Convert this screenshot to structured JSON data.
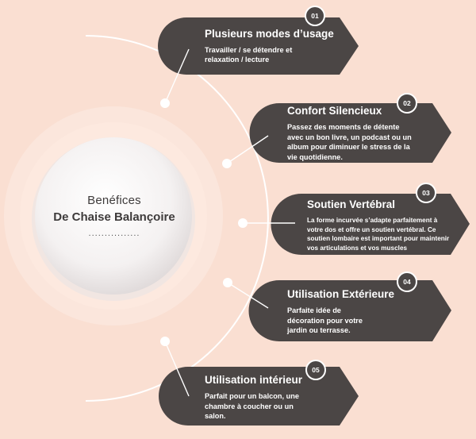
{
  "hub": {
    "line1": "Benéfices",
    "line2": "De Chaise Balançoire",
    "dots": "................"
  },
  "cards": [
    {
      "number": "01",
      "title": "Plusieurs modes d’usage",
      "text": "Travailler / se détendre et relaxation / lecture"
    },
    {
      "number": "02",
      "title": "Confort Silencieux",
      "text": "Passez des moments de détente avec un bon livre, un podcast ou un album pour diminuer le stress de la vie quotidienne."
    },
    {
      "number": "03",
      "title": "Soutien Vertébral",
      "text": "La forme incurvée s’adapte parfaitement à votre dos et offre un soutien vertébral. Ce soutien lombaire est important pour maintenir vos articulations et vos muscles"
    },
    {
      "number": "04",
      "title": "Utilisation Extérieure",
      "text": "Parfaite idée de décoration pour votre jardin ou terrasse."
    },
    {
      "number": "05",
      "title": "Utilisation intérieur",
      "text": "Parfait pour un balcon, une chambre à coucher ou un salon."
    }
  ],
  "colors": {
    "background": "#fadfd2",
    "card": "#4b4645",
    "accent": "#ffffff"
  }
}
